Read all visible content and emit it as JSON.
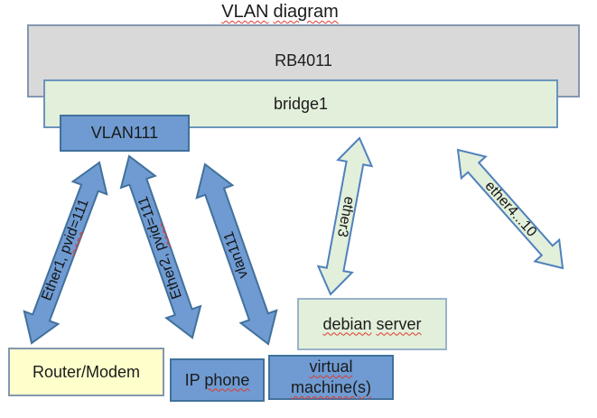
{
  "title": {
    "word1": "VLAN",
    "word2": "diagram"
  },
  "boxes": {
    "rb4011": {
      "label": "RB4011"
    },
    "bridge1": {
      "label": "bridge1"
    },
    "vlan111": {
      "label": "VLAN111"
    },
    "router_modem": {
      "label": "Router/Modem"
    },
    "ip_phone": {
      "prefix": "IP ",
      "wavy": "phone"
    },
    "virtual_machines": {
      "line1": "virtual",
      "line2": "machine(s)"
    },
    "debian_server": {
      "word1": "debian",
      "word2": "server"
    }
  },
  "arrow_labels": {
    "ether1": {
      "prefix": "Ether1, ",
      "wavy": "pvid",
      "suffix": "=111"
    },
    "ether2": {
      "prefix": "Ether2, ",
      "wavy": "pvid",
      "suffix": "=111"
    },
    "vlan111": {
      "label": "vlan111"
    },
    "ether3": {
      "label": "ether3"
    },
    "ether4_10": {
      "label": "ether4...10"
    }
  },
  "colors": {
    "box_gray_fill": "#d9d9d9",
    "box_gray_border": "#8497b0",
    "box_green_fill": "#e2efda",
    "box_green_border": "#6b94bc",
    "box_blue_fill": "#6f9bd2",
    "box_blue_border": "#41719c",
    "box_yellow_fill": "#ffffcc",
    "arrow_blue_fill": "#6f9bd2",
    "arrow_blue_stroke": "#41719c",
    "arrow_green_fill": "#e2efda",
    "arrow_green_stroke": "#4f81bd",
    "spellcheck_underline": "#e0392e",
    "text": "#1b1b1b"
  }
}
